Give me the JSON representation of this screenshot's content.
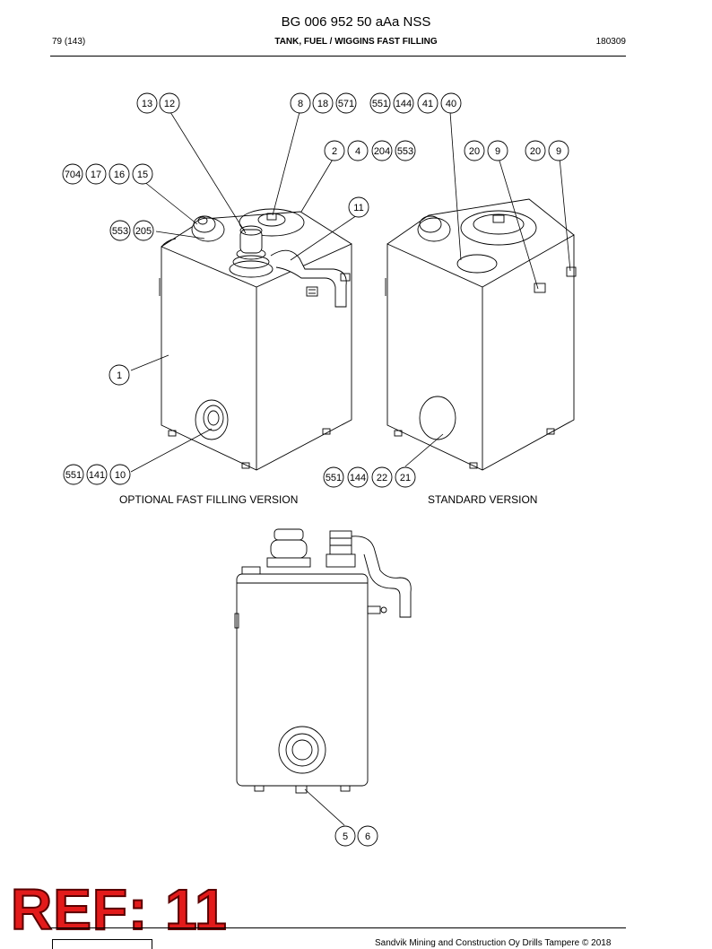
{
  "header": {
    "title": "BG 006 952 50 aAa NSS",
    "page": "79 (143)",
    "section": "TANK, FUEL / WIGGINS FAST FILLING",
    "code": "180309"
  },
  "captions": {
    "optional": "OPTIONAL FAST FILLING VERSION",
    "standard": "STANDARD VERSION"
  },
  "callouts": {
    "top_left": [
      "13",
      "12"
    ],
    "top_mid": [
      "8",
      "18",
      "571"
    ],
    "top_right": [
      "551",
      "144",
      "41",
      "40"
    ],
    "mid": [
      "2",
      "4",
      "204",
      "553"
    ],
    "right_a": [
      "20",
      "9"
    ],
    "right_b": [
      "20",
      "9"
    ],
    "left": [
      "704",
      "17",
      "16",
      "15"
    ],
    "side": [
      "553",
      "205"
    ],
    "eleven": [
      "11"
    ],
    "one": [
      "1"
    ],
    "bottom_left": [
      "551",
      "141",
      "10"
    ],
    "bottom_mid": [
      "551",
      "144",
      "22",
      "21"
    ],
    "bottom": [
      "5",
      "6"
    ]
  },
  "stamp": "REF: 11",
  "footer": "Sandvik Mining and Construction Oy Drills Tampere © 2018"
}
